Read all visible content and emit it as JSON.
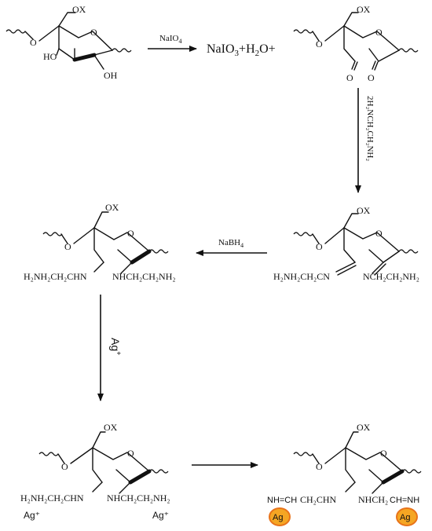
{
  "reagents": {
    "periodate": "NaIO",
    "periodate_sub": "4",
    "byproducts": "NaIO",
    "byproducts_sub": "3",
    "byproducts_rest": "+H",
    "byproducts_sub2": "2",
    "byproducts_end": "O+",
    "diamine": "2H₂NCH₂CH₂NH₂",
    "borohydride": "NaBH",
    "borohydride_sub": "4",
    "silver_ion": "Ag",
    "silver_ion_sup": "+"
  },
  "molecules": {
    "cellulose": {
      "ox": "OX",
      "oh1": "HO",
      "oh2": "OH"
    },
    "dialdehyde": {
      "ox": "OX",
      "o1": "O",
      "o2": "O"
    },
    "imine": {
      "ox": "OX",
      "left_sub": "H₂NH₂CH₂CN",
      "right_sub": "NCH₂CH₂NH₂"
    },
    "amine": {
      "ox": "OX",
      "left_sub": "H₂NH₂CH₂CHN",
      "right_sub": "NHCH₂CH₂NH₂"
    },
    "complex": {
      "ox": "OX",
      "left_sub": "H₂NH₂CH₂CHN",
      "right_sub": "NHCH₂CH₂NH₂",
      "ag_left": "Ag⁺",
      "ag_right": "Ag⁺"
    },
    "nanoparticle": {
      "ox": "OX",
      "left_part1": "NH=CH",
      "left_part2": "CH₂CHN",
      "right_part1": "NHCH₂",
      "right_part2": "CH=NH",
      "ag_label": "Ag"
    }
  },
  "colors": {
    "ag_fill": "#f5a623",
    "ag_stroke": "#e8731a",
    "ink": "#111111"
  }
}
